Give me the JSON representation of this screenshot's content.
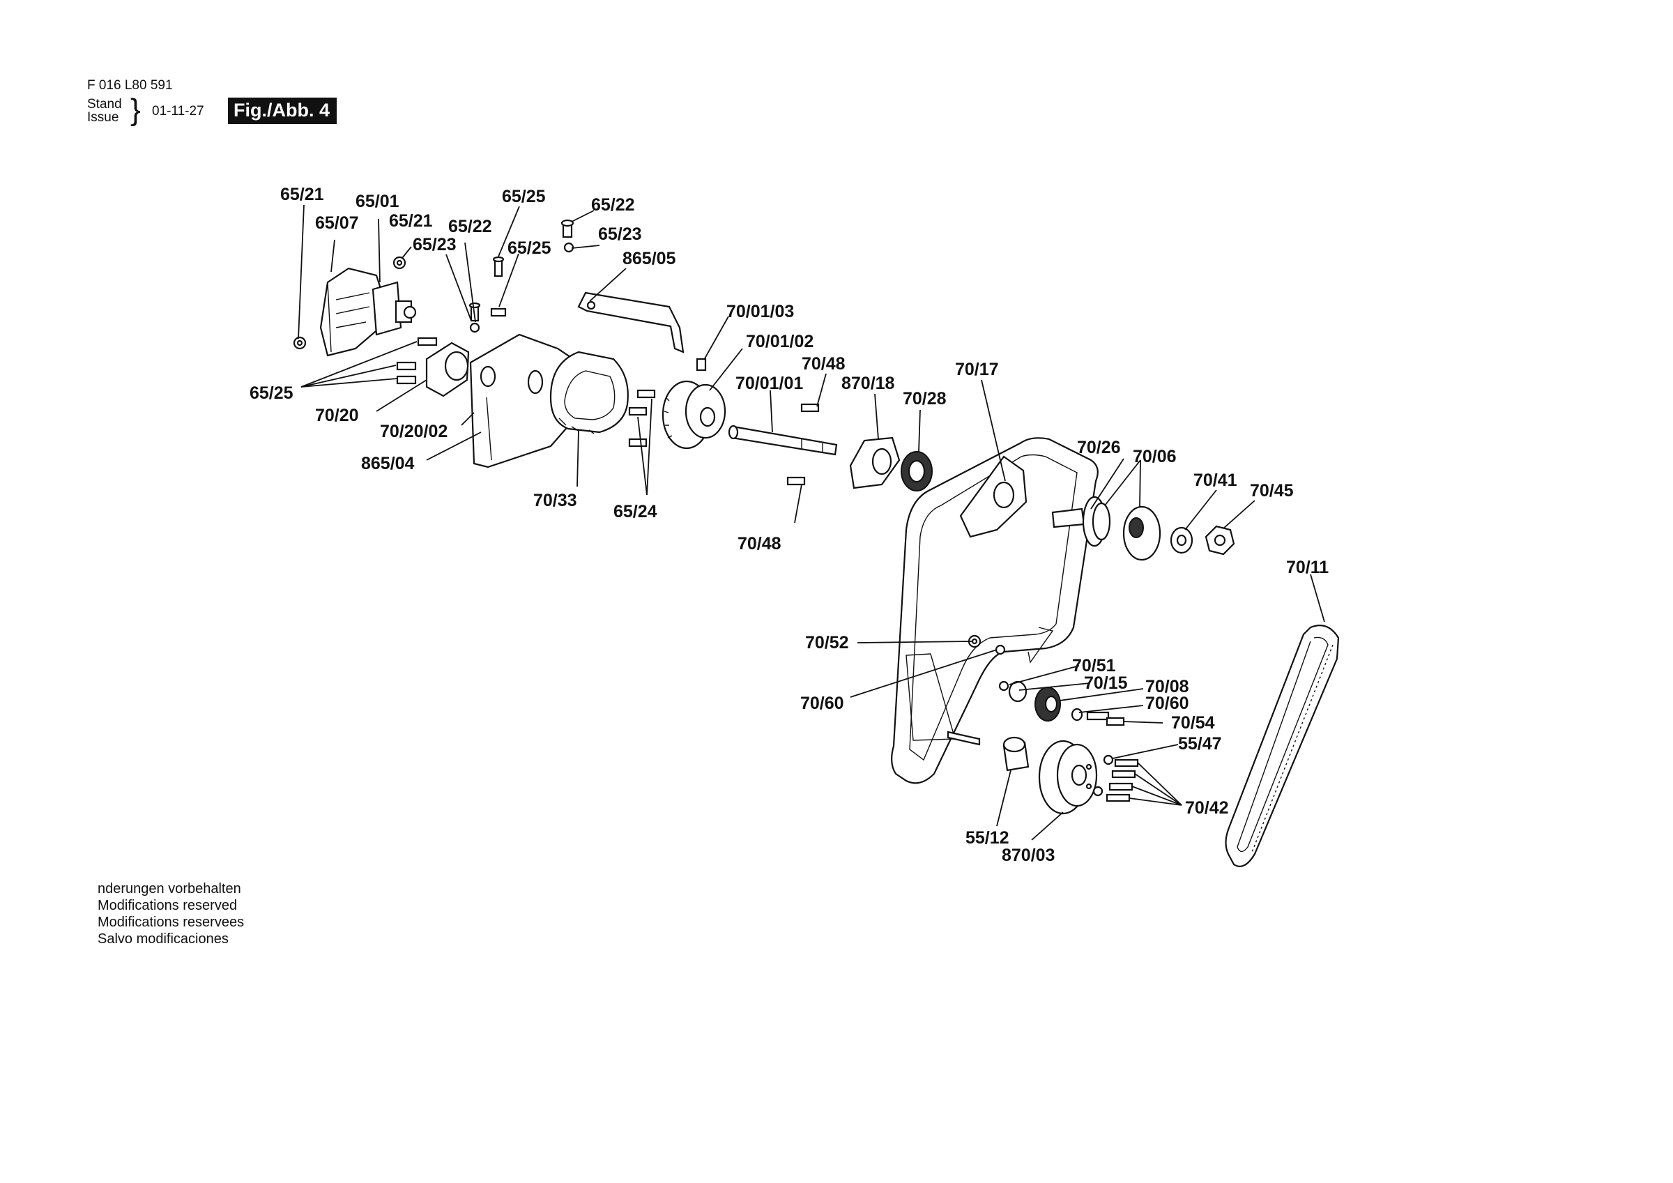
{
  "header": {
    "doc_number": "F 016 L80 591",
    "stand_label": "Stand",
    "issue_label": "Issue",
    "issue_date": "01-11-27",
    "figure_label": "Fig./Abb. 4"
  },
  "callouts": [
    "65/21",
    "65/01",
    "65/07",
    "65/21",
    "65/23",
    "65/22",
    "65/25",
    "65/25",
    "65/22",
    "65/23",
    "865/05",
    "70/01/03",
    "70/01/02",
    "70/01/01",
    "70/48",
    "870/18",
    "70/28",
    "70/17",
    "65/25",
    "70/20",
    "70/20/02",
    "865/04",
    "70/33",
    "65/24",
    "70/48",
    "70/26",
    "70/06",
    "70/41",
    "70/45",
    "70/11",
    "70/52",
    "70/51",
    "70/15",
    "70/08",
    "70/60",
    "70/60",
    "70/54",
    "55/47",
    "70/42",
    "55/12",
    "870/03"
  ],
  "footer": {
    "lines": [
      "nderungen vorbehalten",
      "Modifications reserved",
      "Modifications reservees",
      "Salvo modificaciones"
    ]
  }
}
